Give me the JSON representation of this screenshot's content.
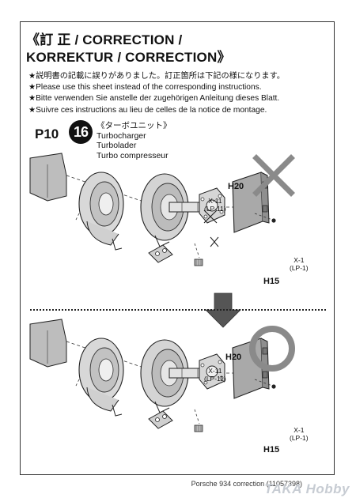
{
  "title": {
    "line1": "《訂 正 / CORRECTION /",
    "line2": "KORREKTUR / CORRECTION》"
  },
  "notes": [
    "★説明書の記載に誤りがありました。訂正箇所は下記の様になります。",
    "★Please use this sheet instead of the corresponding instructions.",
    "★Bitte verwenden Sie anstelle der zugehörigen Anleitung dieses Blatt.",
    "★Suivre ces instructions au lieu de celles de la notice de montage."
  ],
  "step": {
    "page": "P10",
    "number": "16",
    "part_names": [
      "《ターボユニット》",
      "Turbocharger",
      "Turbolader",
      "Turbo compresseur"
    ]
  },
  "diagrams": {
    "wrong": {
      "mark": "cross-mark-icon",
      "h20": "H20",
      "h15": "H15",
      "x11": "X-11",
      "lp11": "(LP-11)",
      "x1": "X-1",
      "lp1": "(LP-1)"
    },
    "correct": {
      "mark": "circle-mark-icon",
      "h20": "H20",
      "h15": "H15",
      "x11": "X-11",
      "lp11": "(LP-11)",
      "x1": "X-1",
      "lp1": "(LP-1)"
    }
  },
  "footer": "Porsche 934 correction (11057398)",
  "watermark": "TAKA Hobby",
  "colors": {
    "ink": "#111111",
    "mark_gray": "#8a8a8a",
    "arrow_gray": "#555555",
    "watermark": "#c7ccd3"
  }
}
